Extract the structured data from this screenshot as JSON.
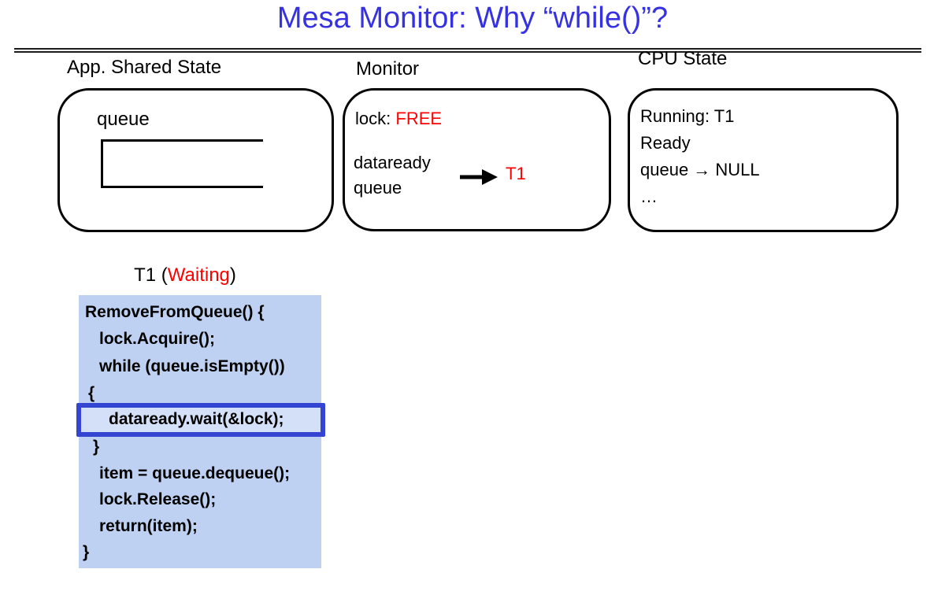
{
  "colors": {
    "title_blue": "#3632e2",
    "accent_red": "#ff0000",
    "code_background": "#bed1f2",
    "highlight_border_blue": "#3445d1",
    "highlight_fill": "#d3e0f8",
    "line_black": "#000000"
  },
  "title": "Mesa Monitor: Why “while()”?",
  "panels": {
    "app_shared_state": {
      "label": "App. Shared State",
      "queue_label": "queue"
    },
    "monitor": {
      "label": "Monitor",
      "lock_label": "lock:",
      "lock_value": "FREE",
      "condvar_label": "dataready",
      "queue_label": "queue",
      "waiter": "T1"
    },
    "cpu_state": {
      "label": "CPU State",
      "lines": [
        "Running: T1",
        "Ready",
        "queue → NULL",
        "…"
      ]
    }
  },
  "thread": {
    "caption_prefix": "T1 (",
    "state": "Waiting",
    "caption_suffix": ")",
    "code_lines": [
      "RemoveFromQueue() {",
      "lock.Acquire();",
      "while (queue.isEmpty())",
      "{",
      "dataready.wait(&lock);",
      "}",
      "item = queue.dequeue();",
      "lock.Release();",
      "return(item);",
      "}"
    ],
    "highlighted_line_index": 4
  }
}
